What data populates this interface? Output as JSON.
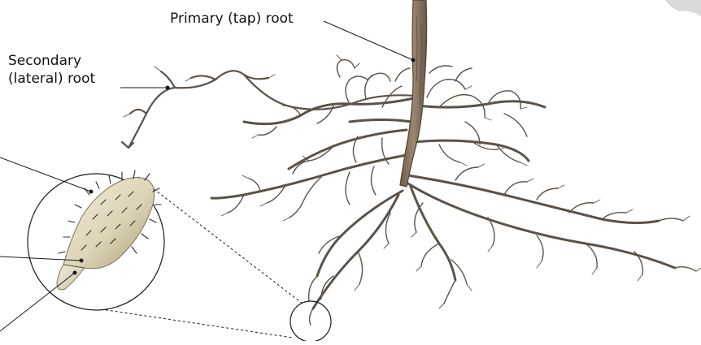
{
  "labels": {
    "primary_root": "Primary (tap) root",
    "secondary_line1": "Secondary",
    "secondary_line2": "(lateral) root"
  },
  "colors": {
    "root_stroke": "#5b5248",
    "taproot_fill": "#8a7560",
    "tip_fill_light": "#e9e3cf",
    "tip_fill_dark": "#b7ac88",
    "leader_line": "#1a1a1a",
    "corner_shape": "#d9d9d9"
  }
}
